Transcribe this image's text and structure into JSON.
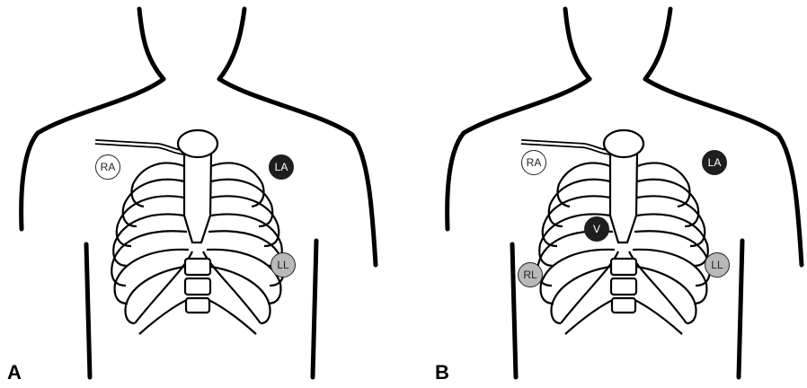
{
  "panels": [
    {
      "letter": "A",
      "electrodes": [
        {
          "id": "RA",
          "label": "RA",
          "fill": "#ffffff"
        },
        {
          "id": "LA",
          "label": "LA",
          "fill": "#1e1e1e"
        },
        {
          "id": "LL",
          "label": "LL",
          "fill": "#b9b9b9"
        }
      ]
    },
    {
      "letter": "B",
      "electrodes": [
        {
          "id": "RA",
          "label": "RA",
          "fill": "#ffffff"
        },
        {
          "id": "LA",
          "label": "LA",
          "fill": "#1e1e1e"
        },
        {
          "id": "V",
          "label": "V",
          "fill": "#1e1e1e"
        },
        {
          "id": "RL",
          "label": "RL",
          "fill": "#b9b9b9"
        },
        {
          "id": "LL",
          "label": "LL",
          "fill": "#b9b9b9"
        }
      ]
    }
  ]
}
